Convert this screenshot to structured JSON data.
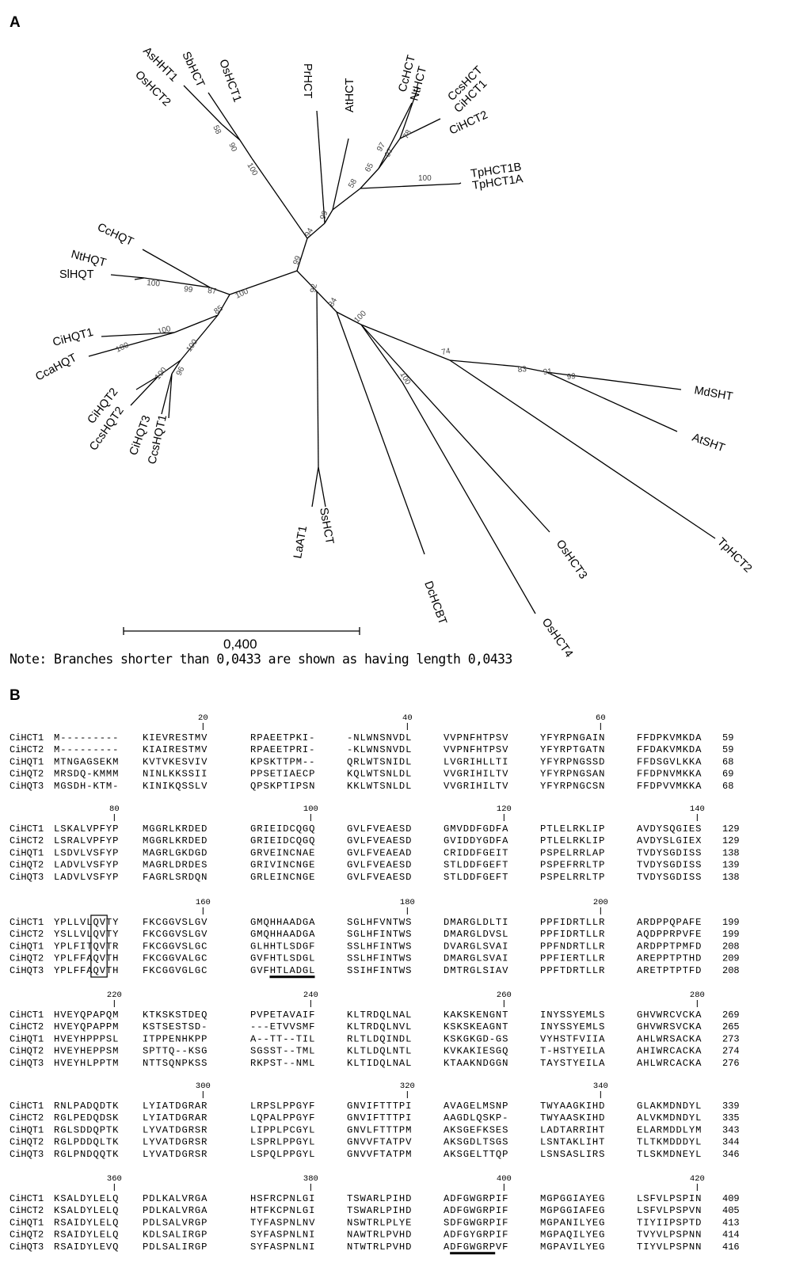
{
  "panels": {
    "a": "A",
    "b": "B"
  },
  "tree": {
    "scale_label": "0,400",
    "note": "Note: Branches shorter than 0,0433 are shown as having length 0,0433",
    "leaves": [
      {
        "name": "AsHHT1"
      },
      {
        "name": "OsHCT2"
      },
      {
        "name": "SbHCT"
      },
      {
        "name": "OsHCT1"
      },
      {
        "name": "PrHCT"
      },
      {
        "name": "AtHCT"
      },
      {
        "name": "CcHCT"
      },
      {
        "name": "NtHCT"
      },
      {
        "name": "CcsHCT"
      },
      {
        "name": "CiHCT1"
      },
      {
        "name": "CiHCT2"
      },
      {
        "name": "TpHCT1B"
      },
      {
        "name": "TpHCT1A"
      },
      {
        "name": "CcHQT"
      },
      {
        "name": "NtHQT"
      },
      {
        "name": "SlHQT"
      },
      {
        "name": "CiHQT1"
      },
      {
        "name": "CcaHQT"
      },
      {
        "name": "CiHQT2"
      },
      {
        "name": "CcsHQT2"
      },
      {
        "name": "CiHQT3"
      },
      {
        "name": "CcsHQT1"
      },
      {
        "name": "LaAT1"
      },
      {
        "name": "SsHCT"
      },
      {
        "name": "DcHCBT"
      },
      {
        "name": "OsHCT3"
      },
      {
        "name": "OsHCT4"
      },
      {
        "name": "MdSHT"
      },
      {
        "name": "AtSHT"
      },
      {
        "name": "TpHCT2"
      }
    ],
    "bootstrap": [
      "58",
      "90",
      "100",
      "99",
      "94",
      "58",
      "65",
      "97",
      "97",
      "78",
      "100",
      "99",
      "100",
      "99",
      "87",
      "100",
      "85",
      "100",
      "100",
      "100",
      "100",
      "96",
      "92",
      "84",
      "100",
      "74",
      "83",
      "91",
      "99",
      "100"
    ]
  },
  "alignment": {
    "blocks": [
      {
        "ruler": [
          "20",
          "40",
          "60"
        ],
        "rows": [
          {
            "name": "CiHCT1",
            "groups": [
              "M---------",
              "KIEVRESTMV",
              "RPAEETPKI-",
              "-NLWNSNVDL",
              "VVPNFHTPSV",
              "YFYRPNGAIN",
              "FFDPKVMKDA"
            ],
            "end": "59"
          },
          {
            "name": "CiHCT2",
            "groups": [
              "M---------",
              "KIAIRESTMV",
              "RPAEETPRI-",
              "-KLWNSNVDL",
              "VVPNFHTPSV",
              "YFYRPTGATN",
              "FFDAKVMKDA"
            ],
            "end": "59"
          },
          {
            "name": "CiHQT1",
            "groups": [
              "MTNGAGSEKM",
              "KVTVKESVIV",
              "KPSKTTPM--",
              "QRLWTSNIDL",
              "LVGRIHLLTI",
              "YFYRPNGSSD",
              "FFDSGVLKKA"
            ],
            "end": "68"
          },
          {
            "name": "CiHQT2",
            "groups": [
              "MRSDQ-KMMM",
              "NINLKKSSII",
              "PPSETIAECP",
              "KQLWTSNLDL",
              "VVGRIHILTV",
              "YFYRPNGSAN",
              "FFDPNVMKKA"
            ],
            "end": "69"
          },
          {
            "name": "CiHQT3",
            "groups": [
              "MGSDH-KTM-",
              "KINIKQSSLV",
              "QPSKPTIPSN",
              "KKLWTSNLDL",
              "VVGRIHILTV",
              "YFYRPNGCSN",
              "FFDPVVMKKA"
            ],
            "end": "68"
          }
        ]
      },
      {
        "ruler": [
          "80",
          "100",
          "120",
          "140"
        ],
        "rows": [
          {
            "name": "CiHCT1",
            "groups": [
              "LSKALVPFYP",
              "MGGRLKRDED",
              "GRIEIDCQGQ",
              "GVLFVEAESD",
              "GMVDDFGDFA",
              "PTLELRKLIP",
              "AVDYSQGIES"
            ],
            "end": "129"
          },
          {
            "name": "CiHCT2",
            "groups": [
              "LSRALVPFYP",
              "MGGRLKRDED",
              "GRIEIDCQGQ",
              "GVLFVEAESD",
              "GVIDDYGDFA",
              "PTLELRKLIP",
              "AVDYSLGIEX"
            ],
            "end": "129"
          },
          {
            "name": "CiHQT1",
            "groups": [
              "LSDVLVSFYP",
              "MAGRLGKDGD",
              "GRVEINCNAE",
              "GVLFVEAEAD",
              "CRIDDFGEIT",
              "PSPELRRLAP",
              "TVDYSGDISS"
            ],
            "end": "138"
          },
          {
            "name": "CiHQT2",
            "groups": [
              "LADVLVSFYP",
              "MAGRLDRDES",
              "GRIVINCNGE",
              "GVLFVEAESD",
              "STLDDFGEFT",
              "PSPEFRRLTP",
              "TVDYSGDISS"
            ],
            "end": "139"
          },
          {
            "name": "CiHQT3",
            "groups": [
              "LADVLVSFYP",
              "FAGRLSRDQN",
              "GRLEINCNGE",
              "GVLFVEAESD",
              "STLDDFGEFT",
              "PSPELRRLTP",
              "TVDYSGDISS"
            ],
            "end": "138"
          }
        ]
      },
      {
        "ruler": [
          "160",
          "180",
          "200"
        ],
        "rows": [
          {
            "name": "CiHCT1",
            "groups": [
              "YPLLVLQVTY",
              "FKCGGVSLGV",
              "GMQHHAADGA",
              "SGLHFVNTWS",
              "DMARGLDLTI",
              "PPFIDRTLLR",
              "ARDPPQPAFE"
            ],
            "end": "199"
          },
          {
            "name": "CiHCT2",
            "groups": [
              "YSLLVLQVTY",
              "FKCGGVSLGV",
              "GMQHHAADGA",
              "SGLHFINTWS",
              "DMARGLDVSL",
              "PPFIDRTLLR",
              "AQDPPRPVFE"
            ],
            "end": "199"
          },
          {
            "name": "CiHQT1",
            "groups": [
              "YPLFITQVTR",
              "FKCGGVSLGC",
              "GLHHTLSDGF",
              "SSLHFINTWS",
              "DVARGLSVAI",
              "PPFNDRTLLR",
              "ARDPPTPMFD"
            ],
            "end": "208"
          },
          {
            "name": "CiHQT2",
            "groups": [
              "YPLFFAQVTH",
              "FKCGGVALGC",
              "GVFHTLSDGL",
              "SSLHFINTWS",
              "DMARGLSVAI",
              "PPFIERTLLR",
              "AREPPTPTHD"
            ],
            "end": "209"
          },
          {
            "name": "CiHQT3",
            "groups": [
              "YPLFFAQVTH",
              "FKCGGVGLGC",
              "GVFHTLADGL",
              "SSIHFINTWS",
              "DMTRGLSIAV",
              "PPFTDRTLLR",
              "ARETPTPTFD"
            ],
            "end": "208"
          }
        ]
      },
      {
        "ruler": [
          "220",
          "240",
          "260",
          "280"
        ],
        "rows": [
          {
            "name": "CiHCT1",
            "groups": [
              "HVEYQPAPQM",
              "KTKSKSTDEQ",
              "PVPETAVAIF",
              "KLTRDQLNAL",
              "KAKSKENGNT",
              "INYSSYEMLS",
              "GHVWRCVCKA"
            ],
            "end": "269"
          },
          {
            "name": "CiHCT2",
            "groups": [
              "HVEYQPAPPM",
              "KSTSESTSD-",
              "---ETVVSMF",
              "KLTRDQLNVL",
              "KSKSKEAGNT",
              "INYSSYEMLS",
              "GHVWRSVCKA"
            ],
            "end": "265"
          },
          {
            "name": "CiHQT1",
            "groups": [
              "HVEYHPPPSL",
              "ITPPENHKPP",
              "A--TT--TIL",
              "RLTLDQINDL",
              "KSKGKGD-GS",
              "VYHSTFVIIA",
              "AHLWRSACKA"
            ],
            "end": "273"
          },
          {
            "name": "CiHQT2",
            "groups": [
              "HVEYHEPPSM",
              "SPTTQ--KSG",
              "SGSST--TML",
              "KLTLDQLNTL",
              "KVKAKIESGQ",
              "T-HSTYEILA",
              "AHIWRCACKA"
            ],
            "end": "274"
          },
          {
            "name": "CiHQT3",
            "groups": [
              "HVEYHLPPTM",
              "NTTSQNPKSS",
              "RKPST--NML",
              "KLTIDQLNAL",
              "KTAAKNDGGN",
              "TAYSTYEILA",
              "AHLWRCACKA"
            ],
            "end": "276"
          }
        ]
      },
      {
        "ruler": [
          "300",
          "320",
          "340"
        ],
        "rows": [
          {
            "name": "CiHCT1",
            "groups": [
              "RNLPADQDTK",
              "LYIATDGRAR",
              "LRPSLPPGYF",
              "GNVIFTTTPI",
              "AVAGELMSNP",
              "TWYAAGKIHD",
              "GLAKMDNDYL"
            ],
            "end": "339"
          },
          {
            "name": "CiHCT2",
            "groups": [
              "RGLPEDQDSK",
              "LYIATDGRAR",
              "LQPALPPGYF",
              "GNVIFTTTPI",
              "AAGDLQSKP-",
              "TWYAASKIHD",
              "ALVKMDNDYL"
            ],
            "end": "335"
          },
          {
            "name": "CiHQT1",
            "groups": [
              "RGLSDDQPTK",
              "LYVATDGRSR",
              "LIPPLPCGYL",
              "GNVLFTTTPM",
              "AKSGEFKSES",
              "LADTARRIHT",
              "ELARMDDLYM"
            ],
            "end": "343"
          },
          {
            "name": "CiHQT2",
            "groups": [
              "RGLPDDQLTK",
              "LYVATDGRSR",
              "LSPRLPPGYL",
              "GNVVFTATPV",
              "AKSGDLTSGS",
              "LSNTAKLIHT",
              "TLTKMDDDYL"
            ],
            "end": "344"
          },
          {
            "name": "CiHQT3",
            "groups": [
              "RGLPNDQQTK",
              "LYVATDGRSR",
              "LSPQLPPGYL",
              "GNVVFTATPM",
              "AKSGELTTQP",
              "LSNSASLIRS",
              "TLSKMDNEYL"
            ],
            "end": "346"
          }
        ]
      },
      {
        "ruler": [
          "360",
          "380",
          "400",
          "420"
        ],
        "rows": [
          {
            "name": "CiHCT1",
            "groups": [
              "KSALDYLELQ",
              "PDLKALVRGA",
              "HSFRCPNLGI",
              "TSWARLPIHD",
              "ADFGWGRPIF",
              "MGPGGIAYEG",
              "LSFVLPSPIN"
            ],
            "end": "409"
          },
          {
            "name": "CiHCT2",
            "groups": [
              "KSALDYLELQ",
              "PDLKALVRGA",
              "HTFKCPNLGI",
              "TSWARLPIHD",
              "ADFGWGRPIF",
              "MGPGGIAFEG",
              "LSFVLPSPVN"
            ],
            "end": "405"
          },
          {
            "name": "CiHQT1",
            "groups": [
              "RSAIDYLELQ",
              "PDLSALVRGP",
              "TYFASPNLNV",
              "NSWTRLPLYE",
              "SDFGWGRPIF",
              "MGPANILYEG",
              "TIYIIPSPTD"
            ],
            "end": "413"
          },
          {
            "name": "CiHQT2",
            "groups": [
              "RSAIDYLELQ",
              "KDLSALIRGP",
              "SYFASPNLNI",
              "NAWTRLPVHD",
              "ADFGYGRPIF",
              "MGPAQILYEG",
              "TVYVLPSPNN"
            ],
            "end": "414"
          },
          {
            "name": "CiHQT3",
            "groups": [
              "RSAIDYLEVQ",
              "PDLSALIRGP",
              "SYFASPNLNI",
              "NTWTRLPVHD",
              "ADFGWGRPVF",
              "MGPAVILYEG",
              "TIYVLPSPNN"
            ],
            "end": "416"
          }
        ]
      }
    ]
  }
}
